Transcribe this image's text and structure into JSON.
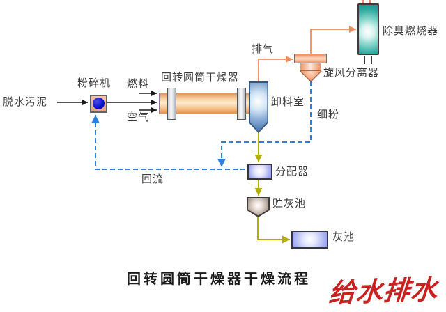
{
  "title": "回转圆筒干燥器干燥流程",
  "watermark": "给水排水",
  "labels": {
    "dewatered_sludge": "脱水污泥",
    "crusher": "粉碎机",
    "fuel": "燃料",
    "air": "空气",
    "dryer": "回转圆筒干燥器",
    "discharge_chamber": "卸料室",
    "exhaust": "排气",
    "cyclone_separator": "旋风分离器",
    "deodorizing_burner": "除臭燃烧器",
    "fine_powder": "细粉",
    "distributor": "分配器",
    "reflux": "回流",
    "ash_storage": "贮灰池",
    "ash_pool": "灰池"
  },
  "colors": {
    "line_black": "#1a1a1a",
    "line_orange": "#f08b5e",
    "line_olive": "#b3ae00",
    "line_blue_dashed": "#2f7fe0",
    "drum_peach": "#f6c08b",
    "vessel_blue": "#547fb4",
    "burner_teal": "#2aa79d",
    "crusher_dot_blue": "#0a10c8",
    "distributor_periwinkle": "#aab2f0",
    "ash_taupe": "#8c7b71",
    "watermark_red": "#c92020",
    "label_text": "#3c3c3c"
  }
}
